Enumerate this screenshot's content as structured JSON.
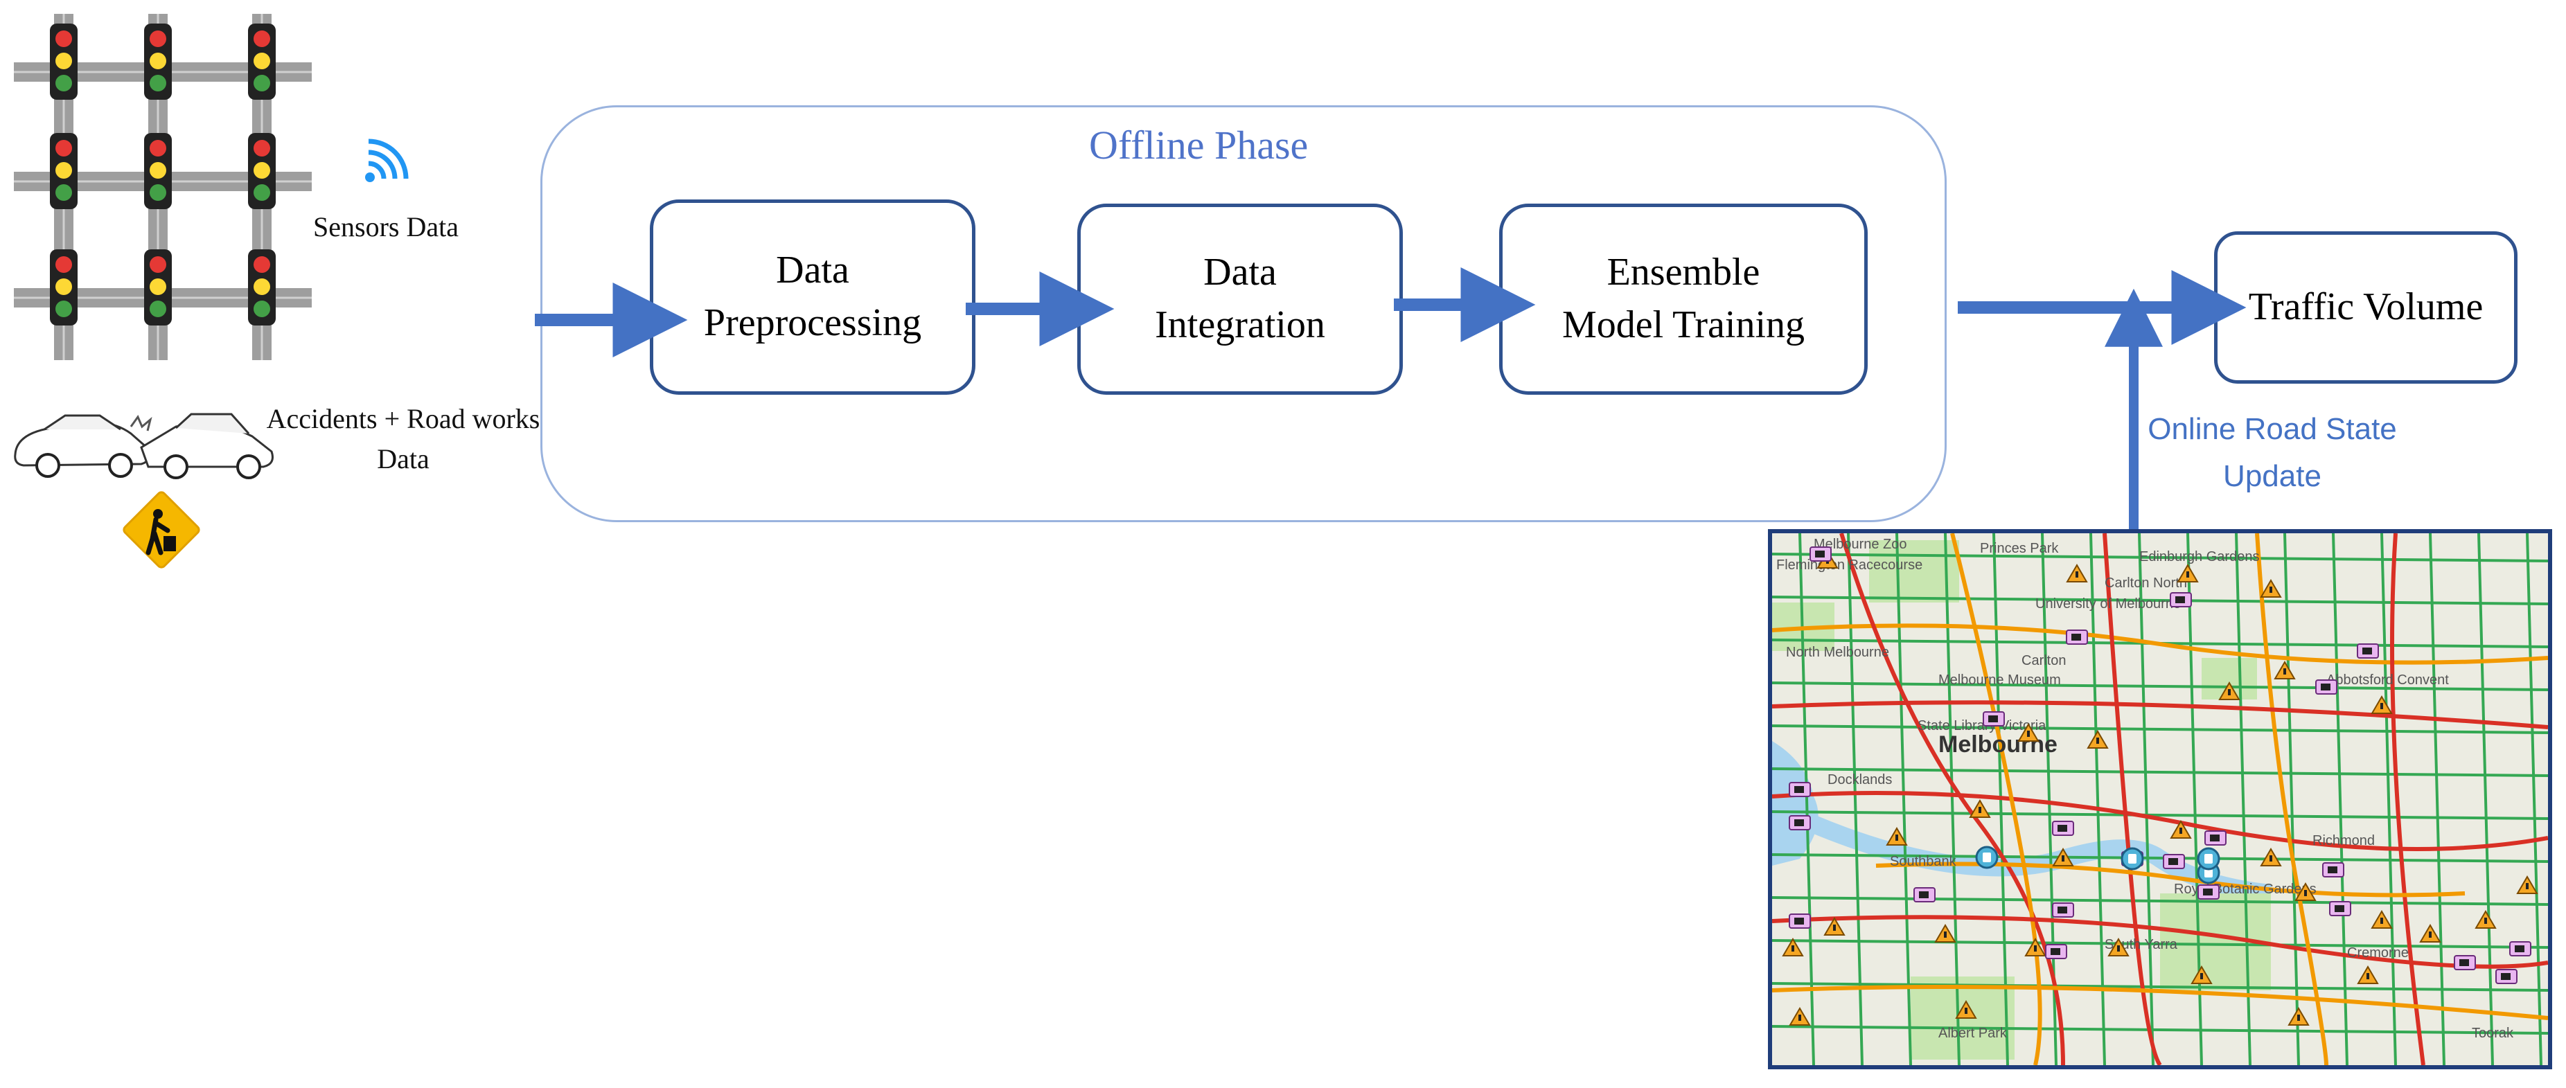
{
  "phase": {
    "title": "Offline Phase"
  },
  "inputs": {
    "sensors_label": "Sensors Data",
    "accidents_label_line1": "Accidents + Road works",
    "accidents_label_line2": "Data"
  },
  "stages": [
    {
      "line1": "Data",
      "line2": "Preprocessing"
    },
    {
      "line1": "Data",
      "line2": "Integration"
    },
    {
      "line1": "Ensemble",
      "line2": "Model Training"
    }
  ],
  "output": {
    "label": "Traffic Volume"
  },
  "online": {
    "line1": "Online Road State",
    "line2": "Update"
  },
  "map": {
    "labels": [
      "Melbourne Zoo",
      "Princes Park",
      "Edinburgh Gardens",
      "Carlton North",
      "University of Melbourne",
      "Flemington Racecourse",
      "North Melbourne",
      "Carlton",
      "Melbourne Museum",
      "Abbotsford Convent",
      "State Library Victoria",
      "Melbourne",
      "Docklands",
      "Southbank",
      "Richmond",
      "Royal Botanic Gardens",
      "South Yarra",
      "Albert Park",
      "Toorak",
      "Cremorne"
    ]
  },
  "colors": {
    "box_border": "#2f528f",
    "arrow": "#4472c4",
    "phase_border": "#9ab3de",
    "phase_title": "#4f73c9",
    "online_text": "#4472c4",
    "map_border": "#1f3d7a",
    "traffic_red": "#d93025",
    "traffic_orange": "#f29900",
    "traffic_green": "#34a853"
  },
  "icons": [
    "traffic-light-icon",
    "wifi-signal-icon",
    "car-crash-icon",
    "road-works-sign-icon",
    "roadwork-marker-icon",
    "camera-marker-icon",
    "tram-marker-icon"
  ]
}
